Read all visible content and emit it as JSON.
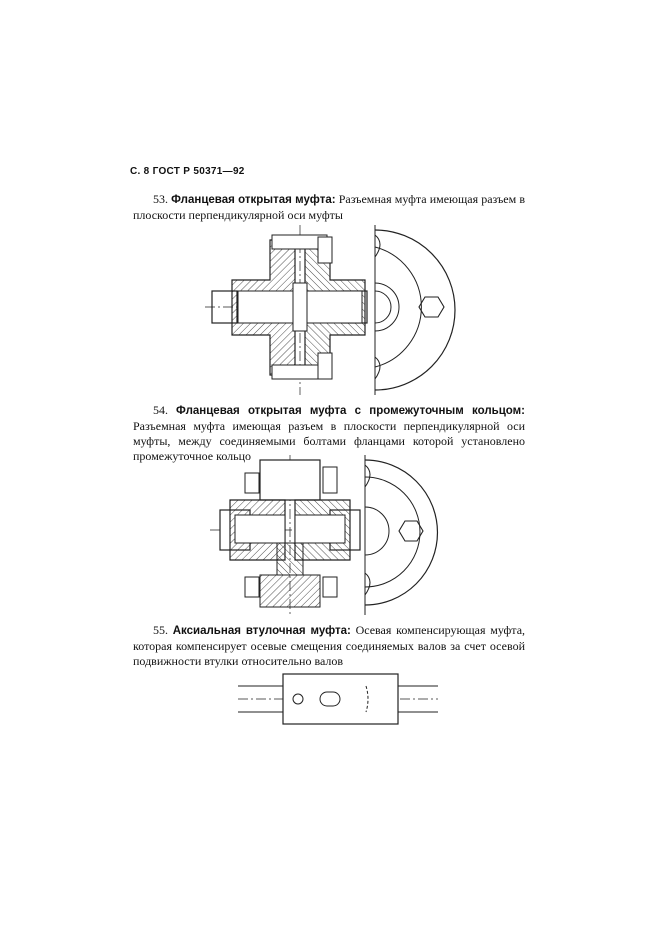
{
  "header": {
    "page_ref": "С. 8 ГОСТ Р 50371—92"
  },
  "terms": [
    {
      "number": "53.",
      "title": "Фланцевая открытая муфта:",
      "definition": "Разъемная муфта имеющая разъем в плоскости перпендикулярной оси муфты"
    },
    {
      "number": "54.",
      "title": "Фланцевая открытая муфта с промежуточным кольцом:",
      "definition": "Разъемная муфта имеющая разъем в плоскости перпендикулярной оси муфты, между соединяемыми болтами фланцами которой установлено промежуточное кольцо"
    },
    {
      "number": "55.",
      "title": "Аксиальная втулочная муфта:",
      "definition": "Осевая компенсирующая муфта, которая компенсирует осевые смещения соединяемых валов за счет осевой подвижности втулки относительно валов"
    }
  ]
}
